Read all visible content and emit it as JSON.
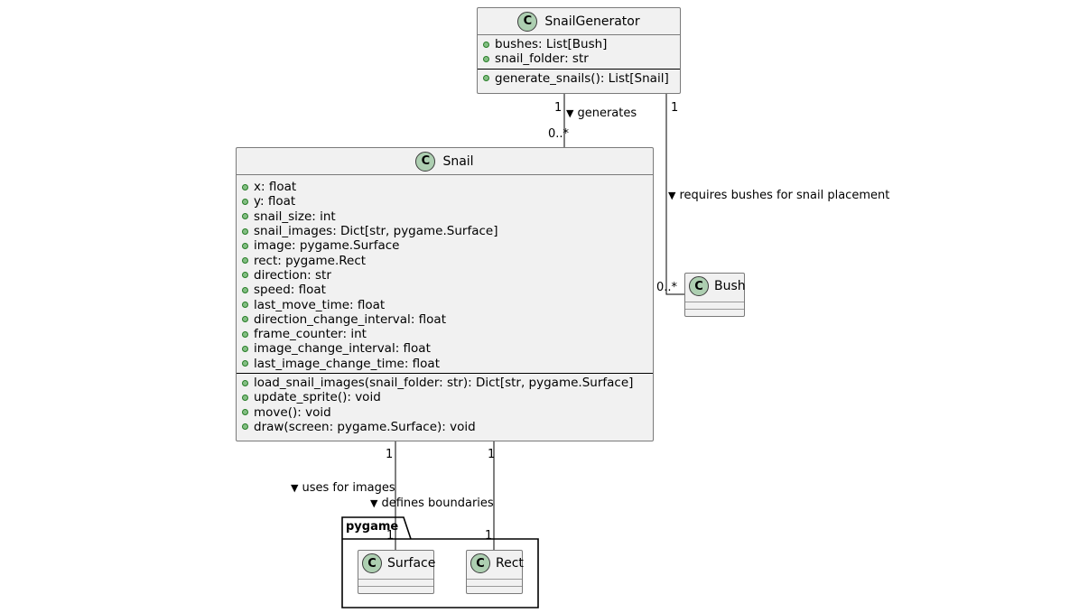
{
  "classes": {
    "snail_generator": {
      "name": "SnailGenerator",
      "attributes": [
        "bushes: List[Bush]",
        "snail_folder: str"
      ],
      "methods": [
        "generate_snails(): List[Snail]"
      ]
    },
    "snail": {
      "name": "Snail",
      "attributes": [
        "x: float",
        "y: float",
        "snail_size: int",
        "snail_images: Dict[str, pygame.Surface]",
        "image: pygame.Surface",
        "rect: pygame.Rect",
        "direction: str",
        "speed: float",
        "last_move_time: float",
        "direction_change_interval: float",
        "frame_counter: int",
        "image_change_interval: float",
        "last_image_change_time: float"
      ],
      "methods": [
        "load_snail_images(snail_folder: str): Dict[str, pygame.Surface]",
        "update_sprite(): void",
        "move(): void",
        "draw(screen: pygame.Surface): void"
      ]
    },
    "bush": {
      "name": "Bush"
    },
    "surface": {
      "name": "Surface"
    },
    "rect": {
      "name": "Rect"
    }
  },
  "package": {
    "name": "pygame"
  },
  "class_icon_letter": "C",
  "visibility_marker": "public",
  "relations": {
    "generates": {
      "label": "generates",
      "from_mult": "1",
      "to_mult": "0..*"
    },
    "requires": {
      "label": "requires bushes for snail placement",
      "from_mult": "1",
      "to_mult": "0..*"
    },
    "uses_images": {
      "label": "uses for images",
      "from_mult": "1",
      "to_mult": "1"
    },
    "boundaries": {
      "label": "defines boundaries",
      "from_mult": "1",
      "to_mult": "1"
    }
  },
  "colors": {
    "class_fill": "#f1f1f1",
    "class_border": "#7a7a7a",
    "badge_fill": "#adcfb1",
    "visibility_dot": "#84be84",
    "line": "#000000"
  }
}
